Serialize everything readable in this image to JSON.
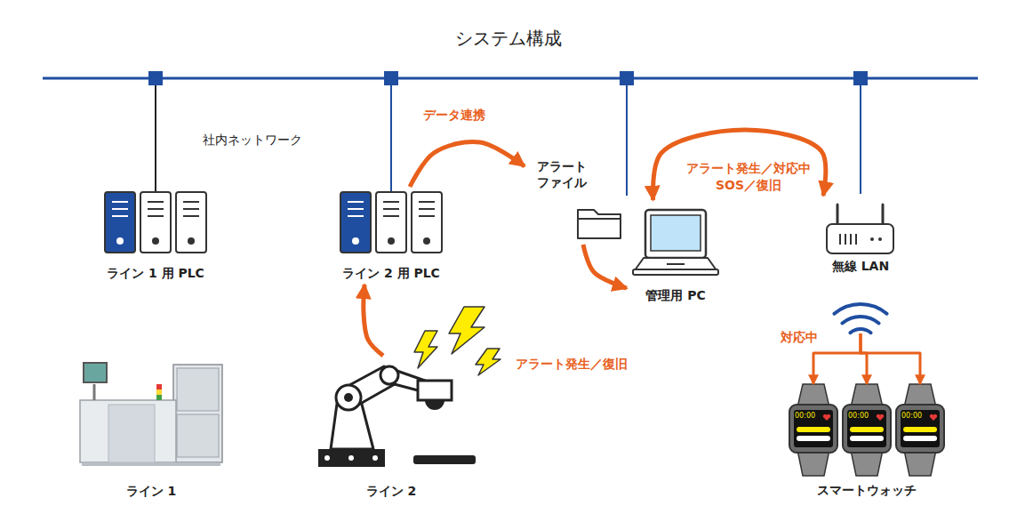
{
  "diagram": {
    "title": "システム構成",
    "nodes": [
      {
        "text": [
          "ライン 1 用 PLC"
        ]
      },
      {
        "text": [
          "ライン 2 用 PLC"
        ]
      },
      {
        "text": [
          "アラート ファイル"
        ]
      },
      {
        "text": [
          "管理用 PC"
        ]
      },
      {
        "text": [
          "無線 LAN"
        ]
      },
      {
        "text": [
          "ライン 1"
        ]
      },
      {
        "text": [
          "ライン 2"
        ]
      },
      {
        "text": [
          "00:00"
        ]
      },
      {
        "text": [
          "00:00"
        ]
      },
      {
        "text": [
          "00:00"
        ]
      }
    ],
    "edges": [
      {
        "from": 6,
        "to": 1,
        "arrow": "to",
        "label": "アラート発生／復旧"
      },
      {
        "from": 1,
        "to": 2,
        "arrow": "to",
        "label": "データ連携"
      },
      {
        "from": 2,
        "to": 3,
        "arrow": "to"
      },
      {
        "from": 3,
        "to": 4,
        "arrow": "both",
        "label": "アラート発生／対応中 SOS／復旧"
      },
      {
        "from": 4,
        "to": 7,
        "arrow": "to",
        "label": "対応中"
      },
      {
        "from": 4,
        "to": 8,
        "arrow": "to"
      },
      {
        "from": 4,
        "to": 9,
        "arrow": "to"
      }
    ],
    "labels": [
      "社内ネットワーク",
      "スマートウォッチ"
    ]
  }
}
